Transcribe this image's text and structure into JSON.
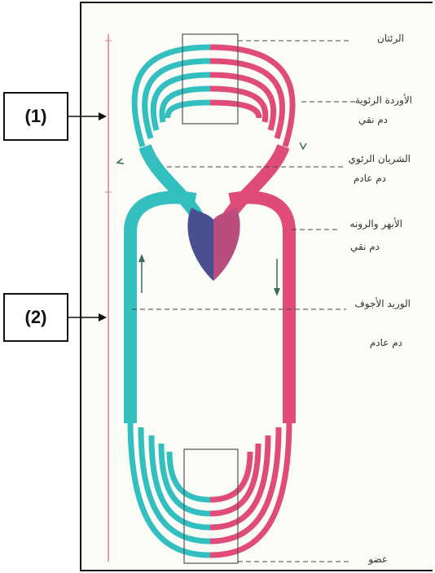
{
  "callouts": [
    {
      "id": "callout-1",
      "label": "(1)"
    },
    {
      "id": "callout-2",
      "label": "(2)"
    }
  ],
  "labels": {
    "lungs": "الرئتان",
    "pulmonary_veins": "الأوردة الرئوية",
    "pulmonary_veins_blood": "دم نقي",
    "pulmonary_artery": "الشريان الرئوي",
    "pulmonary_artery_blood": "دم عادم",
    "aorta": "الأبهر والرونه",
    "aorta_blood": "دم نقي",
    "vena_cava": "الوريد الأجوف",
    "vena_cava_blood": "دم عادم",
    "organ": "عضو"
  },
  "colors": {
    "oxygenated": "#e04c7a",
    "deoxygenated": "#33bfc0",
    "heart_dark": "#4a4f8f",
    "guide_line": "#e67b95"
  }
}
